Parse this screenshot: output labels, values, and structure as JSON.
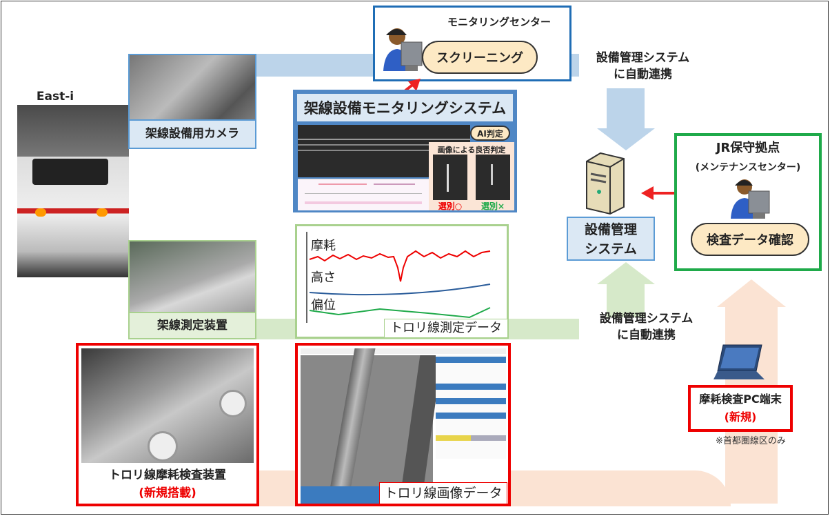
{
  "flow_labels": {
    "auto_link_top": [
      "設備管理システム",
      "に自動連携"
    ],
    "auto_link_bottom": [
      "設備管理システム",
      "に自動連携"
    ]
  },
  "monitoring_center": {
    "title": "モニタリングセンター",
    "action": "スクリーニング"
  },
  "monitoring_system": {
    "title": "架線設備モニタリングシステム",
    "ai_badge": "AI判定",
    "judgement_title": "画像による良否判定",
    "ok_label": "選別○",
    "ng_label": "選別×"
  },
  "train": {
    "label": "East-i"
  },
  "camera": {
    "label": "架線設備用カメラ"
  },
  "measuring_device": {
    "label": "架線測定装置"
  },
  "measurement_data": {
    "caption": "トロリ線測定データ",
    "series": [
      "摩耗",
      "高さ",
      "偏位"
    ]
  },
  "wear_device": {
    "label": "トロリ線摩耗検査装置",
    "sub": "(新規搭載)"
  },
  "image_data": {
    "caption": "トロリ線画像データ"
  },
  "management_system": {
    "label": [
      "設備管理",
      "システム"
    ]
  },
  "jr_base": {
    "title": "JR保守拠点",
    "subtitle": "(メンテナンスセンター)",
    "action": "検査データ確認"
  },
  "pc_terminal": {
    "label": "摩耗検査PC端末",
    "sub": "(新規)",
    "note": "※首都圏線区のみ"
  },
  "colors": {
    "blue": "#1f6db5",
    "green": "#1faa4a",
    "red": "#e00000",
    "orange_band": "#fbe3d3"
  }
}
